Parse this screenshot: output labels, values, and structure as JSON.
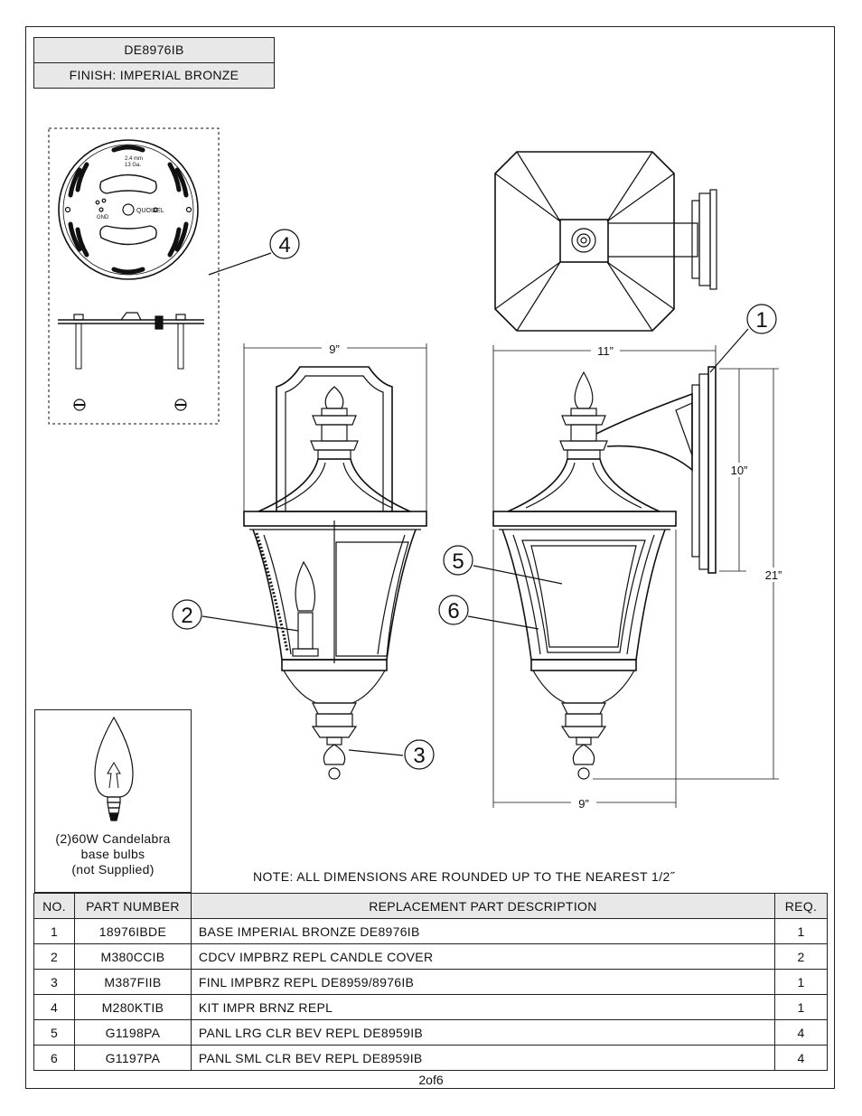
{
  "header": {
    "model": "DE8976IB",
    "finish": "FINISH: IMPERIAL BRONZE"
  },
  "plate_label": {
    "thickness": "2.4 mm",
    "gauge": "13 Ga.",
    "gnd": "GND",
    "brand": "QUOIZEL"
  },
  "callouts": [
    "1",
    "2",
    "3",
    "4",
    "5",
    "6"
  ],
  "dimensions": {
    "front_width": "9”",
    "side_depth": "11”",
    "backplate_height": "10”",
    "overall_height": "21”",
    "bottom_width": "9”"
  },
  "bulb": {
    "line1": "(2)60W Candelabra",
    "line2": "base bulbs",
    "line3": "(not Supplied)"
  },
  "note": "NOTE:  ALL DIMENSIONS ARE ROUNDED UP TO THE NEAREST  1/2˝",
  "table": {
    "headers": [
      "NO.",
      "PART NUMBER",
      "REPLACEMENT PART DESCRIPTION",
      "REQ."
    ],
    "rows": [
      {
        "no": "1",
        "part": "18976IBDE",
        "desc": "BASE IMPERIAL BRONZE DE8976IB",
        "req": "1"
      },
      {
        "no": "2",
        "part": "M380CCIB",
        "desc": "CDCV IMPBRZ REPL CANDLE COVER",
        "req": "2"
      },
      {
        "no": "3",
        "part": "M387FIIB",
        "desc": "FINL IMPBRZ REPL DE8959/8976IB",
        "req": "1"
      },
      {
        "no": "4",
        "part": "M280KTIB",
        "desc": "KIT IMPR BRNZ REPL",
        "req": "1"
      },
      {
        "no": "5",
        "part": "G1198PA",
        "desc": "PANL LRG CLR BEV REPL DE8959IB",
        "req": "4"
      },
      {
        "no": "6",
        "part": "G1197PA",
        "desc": "PANL SML CLR BEV REPL DE8959IB",
        "req": "4"
      }
    ]
  },
  "footer": {
    "page": "2of6"
  }
}
